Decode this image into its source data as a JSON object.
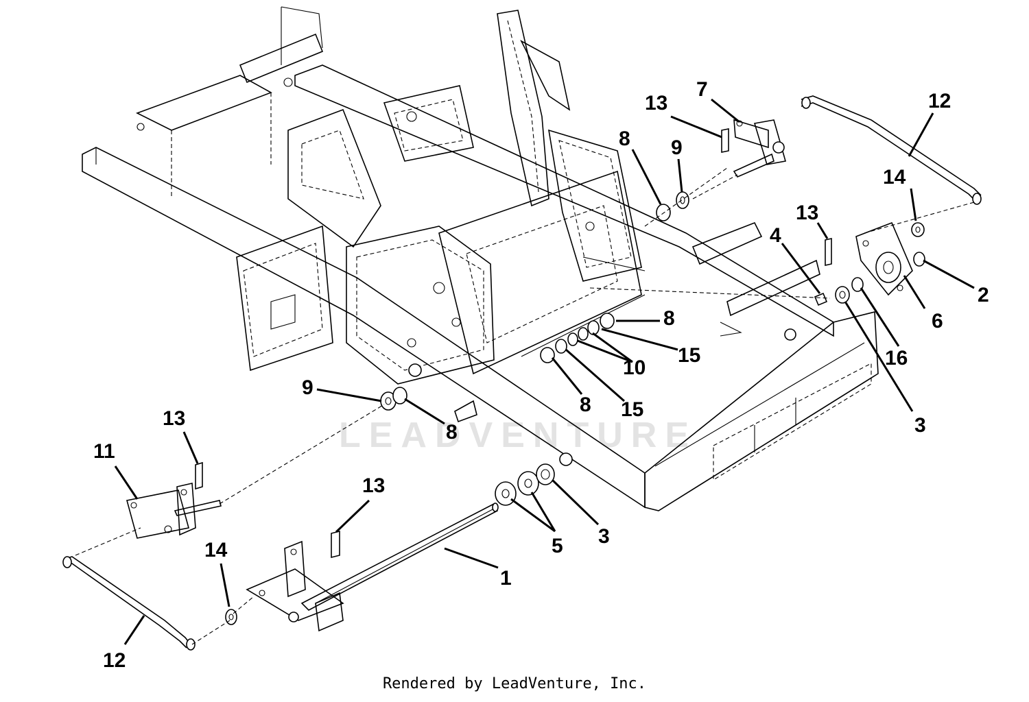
{
  "footer": {
    "text": "Rendered by LeadVenture, Inc."
  },
  "watermark": {
    "text": "LEADVENTURE"
  },
  "callouts": [
    "13",
    "7",
    "12",
    "8",
    "9",
    "14",
    "13",
    "4",
    "2",
    "6",
    "8",
    "15",
    "10",
    "16",
    "3",
    "9",
    "8",
    "15",
    "8",
    "13",
    "11",
    "13",
    "5",
    "3",
    "1",
    "14",
    "12"
  ],
  "colors": {
    "ink": "#000000",
    "paper": "#ffffff",
    "watermark": "#e3e3e3"
  }
}
